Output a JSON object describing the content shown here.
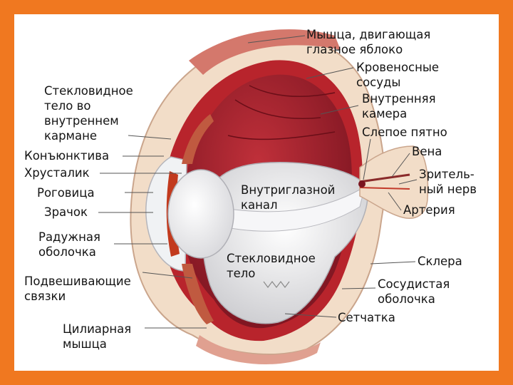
{
  "labels": {
    "muscle": "Мышца, двигающая\nглазное яблоко",
    "blood_vessels": "Кровеносные\nсосуды",
    "vitreous_pocket": "Стекловидное\nтело во\nвнутреннем\nкармане",
    "inner_chamber": "Внутренняя\nкамера",
    "blind_spot": "Слепое пятно",
    "conjunctiva": "Конъюнктива",
    "vein": "Вена",
    "lens": "Хрусталик",
    "optic_nerve": "Зритель-\nный нерв",
    "cornea": "Роговица",
    "intraocular_canal": "Внутриглазной\nканал",
    "pupil": "Зрачок",
    "artery": "Артерия",
    "iris": "Радужная\nоболочка",
    "vitreous_body": "Стекловидное\nтело",
    "sclera": "Склера",
    "ligaments": "Подвешивающие\nсвязки",
    "choroid": "Сосудистая\nоболочка",
    "retina": "Сетчатка",
    "ciliary_muscle": "Цилиарная\nмышца"
  },
  "colors": {
    "frame": "#f07820",
    "sclera": "#f2ddc8",
    "choroid": "#b8242c",
    "chamber": "#8e1a24",
    "vitreous": "#e8e8ea",
    "lens": "#f4f4f6",
    "iris": "#c23a1e",
    "leader": "#555555"
  }
}
